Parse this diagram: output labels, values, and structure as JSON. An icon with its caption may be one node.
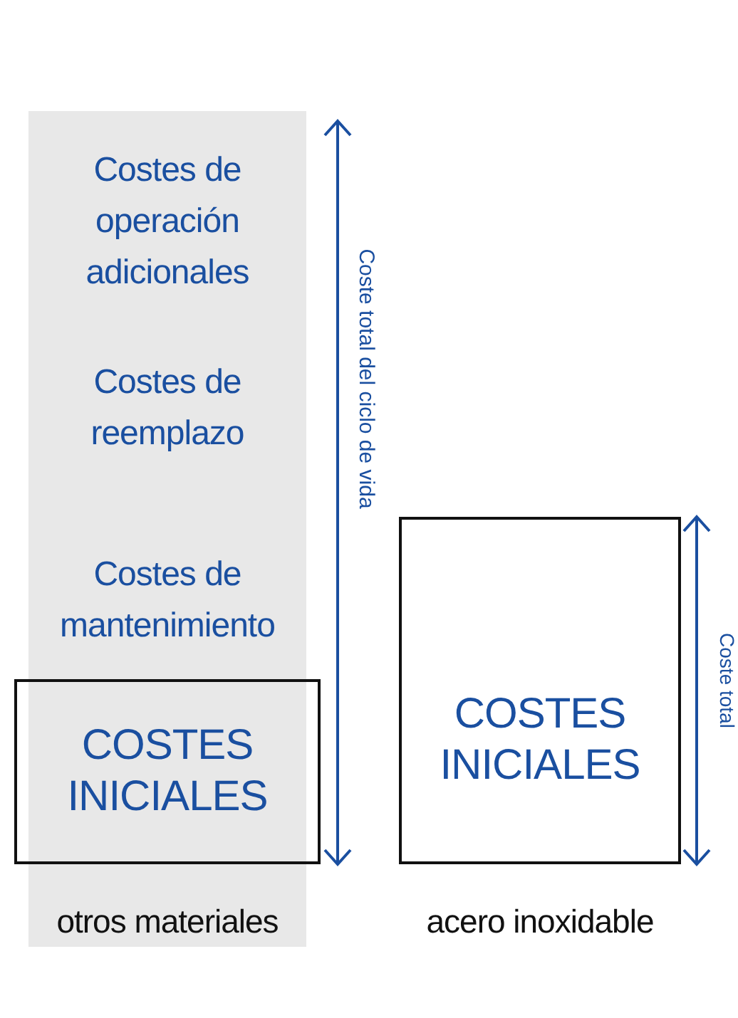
{
  "diagram": {
    "nodes": [
      {
        "text": [
          "Costes de operación adicionales"
        ]
      },
      {
        "text": [
          "Costes de reemplazo"
        ]
      },
      {
        "text": [
          "Costes de mantenimiento"
        ]
      },
      {
        "text": [
          "COSTES INICIALES"
        ]
      },
      {
        "text": [
          "COSTES INICIALES"
        ]
      }
    ],
    "labels": [
      "Coste total del ciclo de vida",
      "Coste total",
      "otros materiales",
      "acero inoxidable"
    ]
  }
}
